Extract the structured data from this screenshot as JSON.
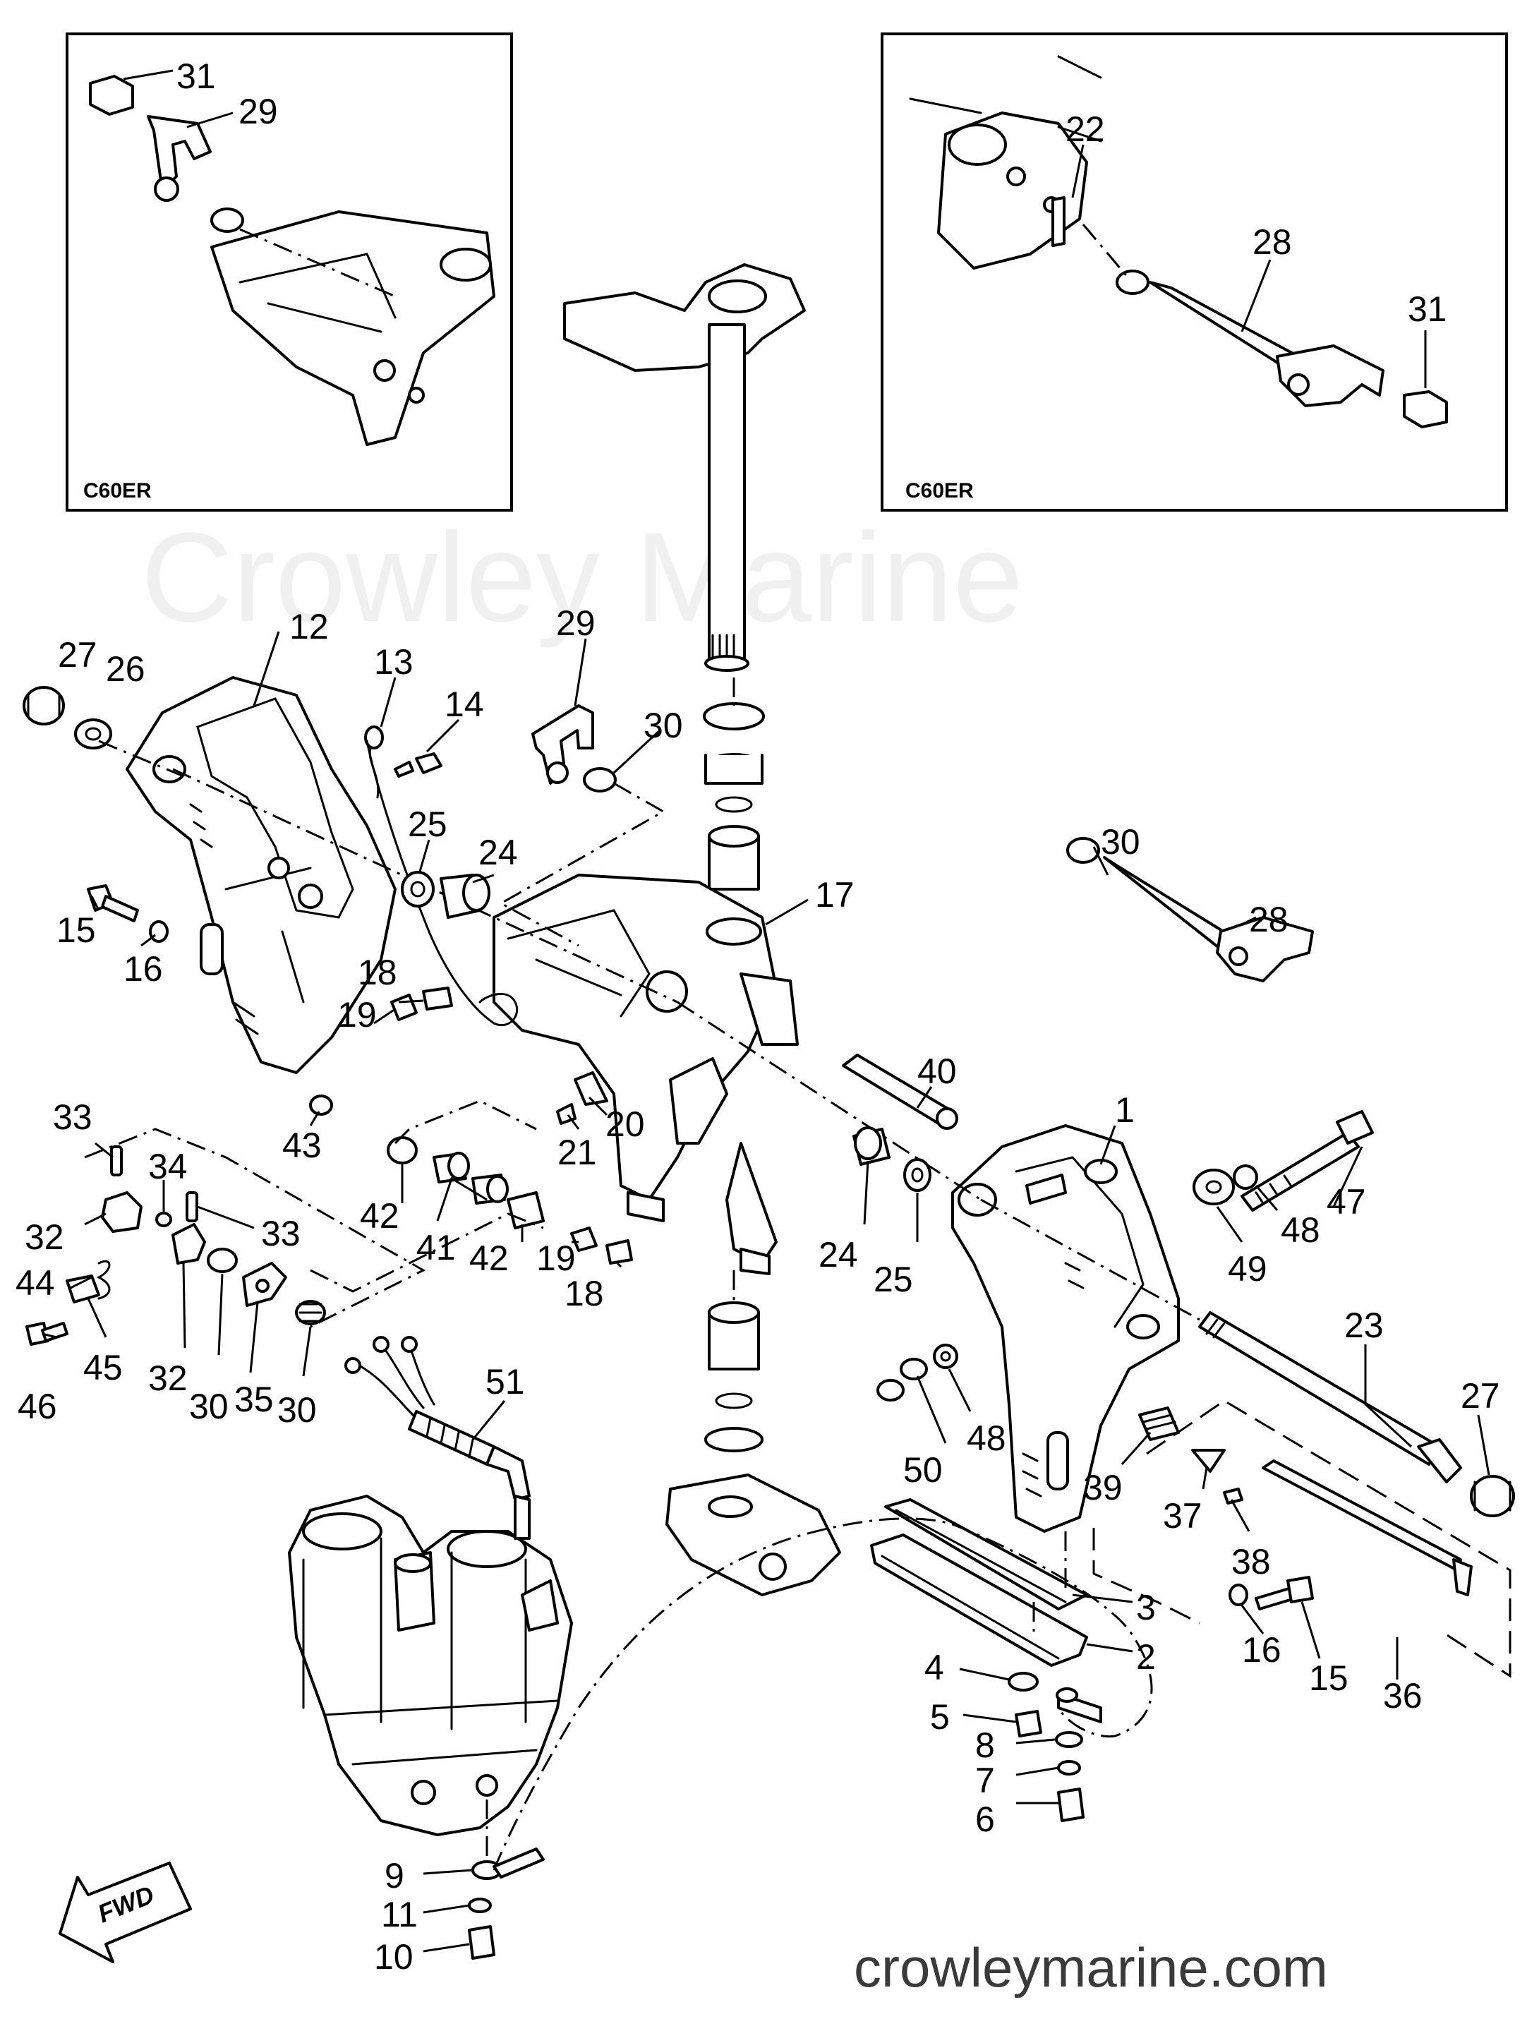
{
  "insets": [
    {
      "label": "C60ER"
    },
    {
      "label": "C60ER"
    }
  ],
  "callouts": [
    {
      "id": "31a",
      "text": "31"
    },
    {
      "id": "29a",
      "text": "29"
    },
    {
      "id": "22",
      "text": "22"
    },
    {
      "id": "28a",
      "text": "28"
    },
    {
      "id": "31b",
      "text": "31"
    },
    {
      "id": "27a",
      "text": "27"
    },
    {
      "id": "26",
      "text": "26"
    },
    {
      "id": "12",
      "text": "12"
    },
    {
      "id": "13",
      "text": "13"
    },
    {
      "id": "14",
      "text": "14"
    },
    {
      "id": "29b",
      "text": "29"
    },
    {
      "id": "30a",
      "text": "30"
    },
    {
      "id": "25a",
      "text": "25"
    },
    {
      "id": "24a",
      "text": "24"
    },
    {
      "id": "17",
      "text": "17"
    },
    {
      "id": "30b",
      "text": "30"
    },
    {
      "id": "28b",
      "text": "28"
    },
    {
      "id": "15a",
      "text": "15"
    },
    {
      "id": "16a",
      "text": "16"
    },
    {
      "id": "18a",
      "text": "18"
    },
    {
      "id": "19a",
      "text": "19"
    },
    {
      "id": "40",
      "text": "40"
    },
    {
      "id": "1",
      "text": "1"
    },
    {
      "id": "20",
      "text": "20"
    },
    {
      "id": "21",
      "text": "21"
    },
    {
      "id": "43",
      "text": "43"
    },
    {
      "id": "33a",
      "text": "33"
    },
    {
      "id": "34",
      "text": "34"
    },
    {
      "id": "33b",
      "text": "33"
    },
    {
      "id": "32a",
      "text": "32"
    },
    {
      "id": "42a",
      "text": "42"
    },
    {
      "id": "41",
      "text": "41"
    },
    {
      "id": "42b",
      "text": "42"
    },
    {
      "id": "19b",
      "text": "19"
    },
    {
      "id": "18b",
      "text": "18"
    },
    {
      "id": "24b",
      "text": "24"
    },
    {
      "id": "25b",
      "text": "25"
    },
    {
      "id": "47",
      "text": "47"
    },
    {
      "id": "48a",
      "text": "48"
    },
    {
      "id": "49",
      "text": "49"
    },
    {
      "id": "44",
      "text": "44"
    },
    {
      "id": "45",
      "text": "45"
    },
    {
      "id": "46",
      "text": "46"
    },
    {
      "id": "32b",
      "text": "32"
    },
    {
      "id": "30c",
      "text": "30"
    },
    {
      "id": "35",
      "text": "35"
    },
    {
      "id": "30d",
      "text": "30"
    },
    {
      "id": "51",
      "text": "51"
    },
    {
      "id": "23",
      "text": "23"
    },
    {
      "id": "27b",
      "text": "27"
    },
    {
      "id": "50",
      "text": "50"
    },
    {
      "id": "48b",
      "text": "48"
    },
    {
      "id": "39",
      "text": "39"
    },
    {
      "id": "37",
      "text": "37"
    },
    {
      "id": "38",
      "text": "38"
    },
    {
      "id": "3",
      "text": "3"
    },
    {
      "id": "2",
      "text": "2"
    },
    {
      "id": "4",
      "text": "4"
    },
    {
      "id": "5",
      "text": "5"
    },
    {
      "id": "8",
      "text": "8"
    },
    {
      "id": "7",
      "text": "7"
    },
    {
      "id": "6",
      "text": "6"
    },
    {
      "id": "16b",
      "text": "16"
    },
    {
      "id": "15b",
      "text": "15"
    },
    {
      "id": "36",
      "text": "36"
    },
    {
      "id": "9",
      "text": "9"
    },
    {
      "id": "11",
      "text": "11"
    },
    {
      "id": "10",
      "text": "10"
    }
  ],
  "fwd_label": "FWD",
  "watermark": "Crowley Marine",
  "website": "crowleymarine.com"
}
